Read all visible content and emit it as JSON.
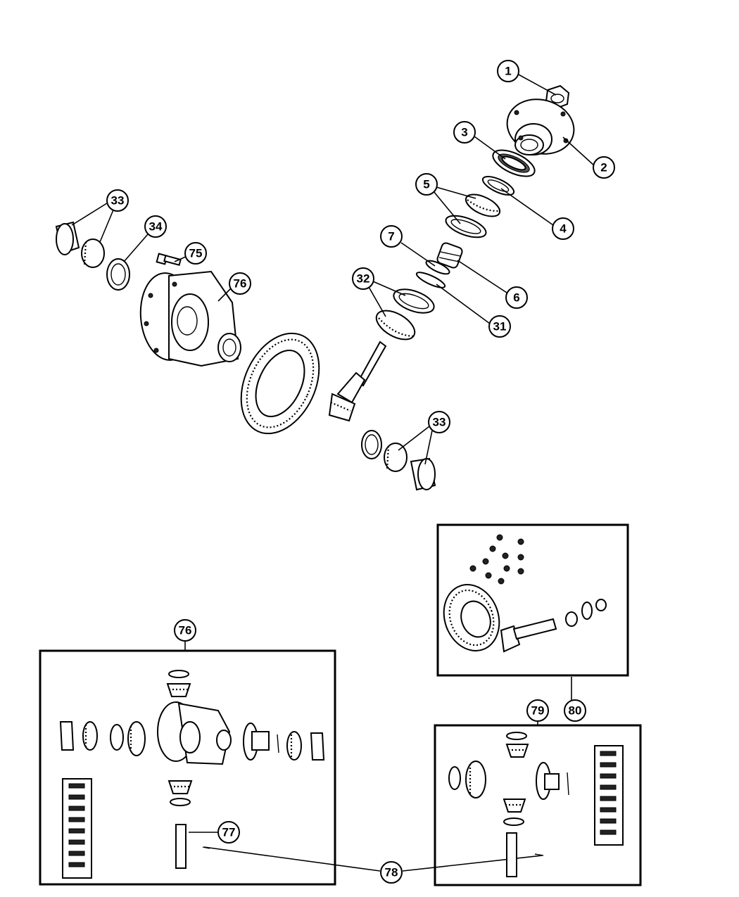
{
  "callouts": {
    "c1": "1",
    "c2": "2",
    "c3": "3",
    "c4": "4",
    "c5": "5",
    "c6": "6",
    "c7": "7",
    "c31": "31",
    "c32": "32",
    "c33a": "33",
    "c33b": "33",
    "c34": "34",
    "c75": "75",
    "c76a": "76",
    "c76b": "76",
    "c77": "77",
    "c78": "78",
    "c79": "79",
    "c80": "80"
  }
}
